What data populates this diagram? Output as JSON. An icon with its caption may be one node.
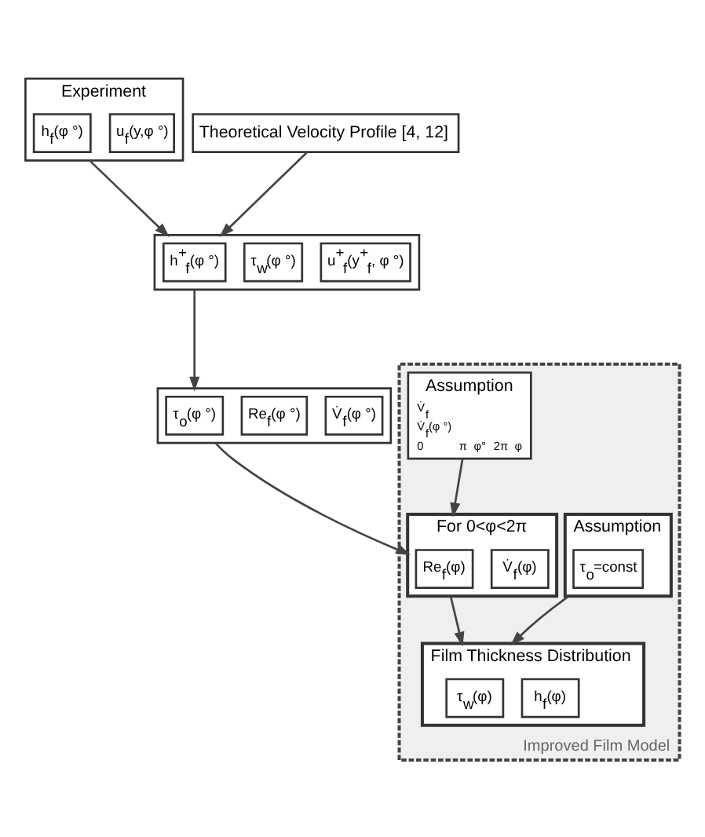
{
  "diagram": {
    "nodes": [
      {
        "text": [
          "Experiment"
        ]
      },
      {
        "text": [
          "h$_{f}$(φ °)"
        ],
        "in": 0
      },
      {
        "text": [
          "u$_{f}$(y,φ °)"
        ],
        "in": 0
      },
      {
        "text": [
          "Theoretical Velocity Profile [4, 12]"
        ]
      },
      {
        "text": [],
        "shape": "box"
      },
      {
        "text": [
          "h$^{+}$$_{f}$(φ °)"
        ],
        "in": 4
      },
      {
        "text": [
          "τ$_{w}$(φ °)"
        ],
        "in": 4
      },
      {
        "text": [
          "u$^{+}$$_{f}$(y$^{+}$$_{f}$, φ °)"
        ],
        "in": 4
      },
      {
        "text": [],
        "shape": "box"
      },
      {
        "text": [
          "τ$_{o}$(φ °)"
        ],
        "in": 8
      },
      {
        "text": [
          "Re$_{f}$(φ °)"
        ],
        "in": 8
      },
      {
        "text": [
          "V̇$_{f}$(φ °)"
        ],
        "in": 8
      },
      {
        "text": [
          "Improved Film Model"
        ]
      },
      {
        "text": [
          "Assumption"
        ],
        "in": 12
      },
      {
        "text": [
          "Assumption"
        ],
        "in": 12
      },
      {
        "text": [
          "τ$_{o}$=const"
        ],
        "in": 14
      },
      {
        "text": [
          "For 0<φ<2π"
        ],
        "in": 12
      },
      {
        "text": [
          "Re$_{f}$(φ)"
        ],
        "in": 16
      },
      {
        "text": [
          "V̇$_{f}$(φ)"
        ],
        "in": 16
      },
      {
        "text": [
          "Film Thickness Distribution"
        ],
        "in": 12
      },
      {
        "text": [
          "τ$_{w}$(φ)"
        ],
        "in": 19
      },
      {
        "text": [
          "h$_{f}$(φ)"
        ],
        "in": 19
      }
    ],
    "edges": [
      {
        "from": 0,
        "to": 4,
        "arrow": "to"
      },
      {
        "from": 3,
        "to": 4,
        "arrow": "to"
      },
      {
        "from": 4,
        "to": 8,
        "arrow": "to"
      },
      {
        "from": 13,
        "to": 16,
        "arrow": "to"
      },
      {
        "from": 8,
        "to": 16,
        "arrow": "to"
      },
      {
        "from": 14,
        "to": 19,
        "arrow": "to"
      },
      {
        "from": 16,
        "to": 19,
        "arrow": "to"
      }
    ],
    "labels": [
      "V̇$_{f}$",
      "V̇$_{f}$(φ °)",
      "0",
      "π",
      "φ°",
      "2π",
      "φ"
    ]
  }
}
